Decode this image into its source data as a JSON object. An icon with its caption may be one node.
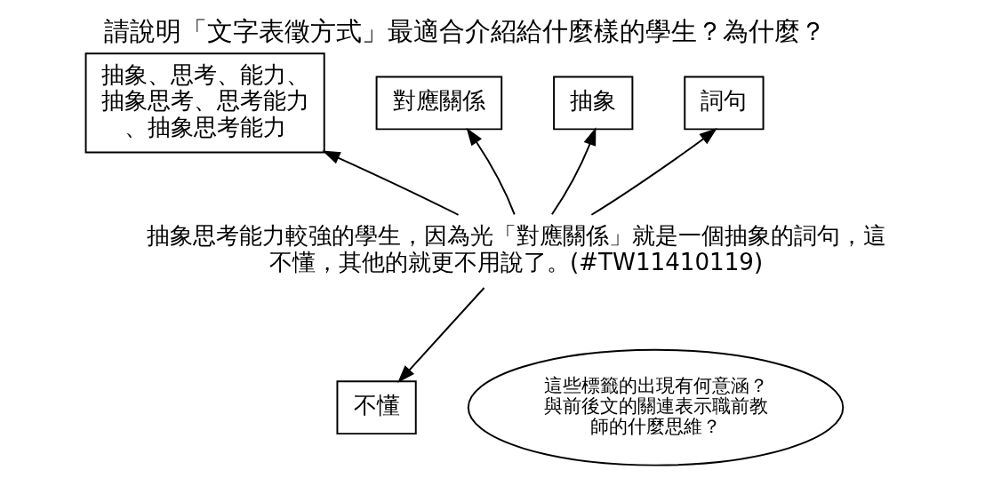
{
  "diagram": {
    "title": "請說明「文字表徵方式」最適合介紹給什麼樣的學生？為什麼？",
    "nodes": [
      {
        "text": [
          "抽象、思考、能力、抽象思考、思考能力、抽象思考能力"
        ]
      },
      {
        "text": [
          "對應關係"
        ]
      },
      {
        "text": [
          "抽象"
        ]
      },
      {
        "text": [
          "詞句"
        ]
      },
      {
        "text": [
          "抽象思考能力較強的學生，因為光「對應關係」就是一個抽象的詞句，這不懂，其他的就更不用說了。(#TW11410119)"
        ]
      },
      {
        "text": [
          "不懂"
        ]
      },
      {
        "text": [
          "這些標籤的出現有何意涵？與前後文的關連表示職前教師的什麼思維？"
        ]
      }
    ],
    "edges": [
      {
        "from": 4,
        "to": 0,
        "arrow": "to"
      },
      {
        "from": 4,
        "to": 1,
        "arrow": "to"
      },
      {
        "from": 4,
        "to": 2,
        "arrow": "to"
      },
      {
        "from": 4,
        "to": 3,
        "arrow": "to"
      },
      {
        "from": 4,
        "to": 5,
        "arrow": "to"
      }
    ]
  }
}
